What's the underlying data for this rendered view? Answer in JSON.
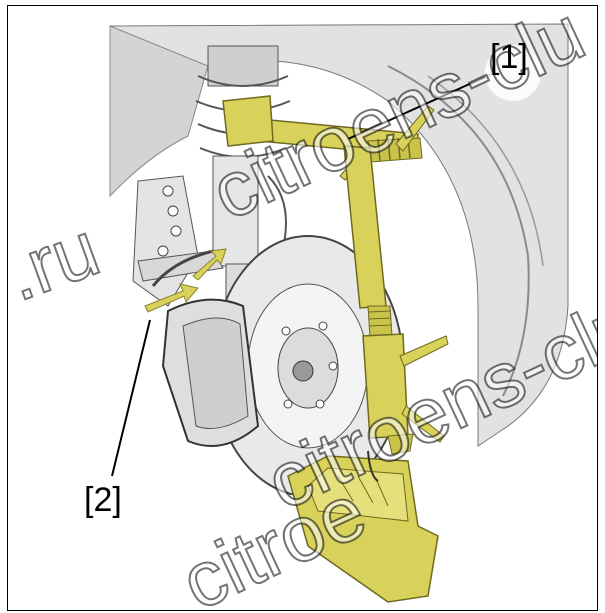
{
  "callouts": {
    "label_1": "[1]",
    "label_2": "[2]"
  },
  "watermark": {
    "top_fragment": "citroens-clu",
    "left_fragment": ".ru",
    "mid_fragment": "citroens-club",
    "bottom_fragment": "citroe"
  },
  "colors": {
    "tool_yellow": "#d8d25a",
    "tool_shadow": "#9a9430",
    "background_grey": "#dedede",
    "line": "#3a3a3a"
  },
  "icons": [
    "spring-compressor-tool",
    "brake-disc",
    "brake-caliper",
    "suspension-strut",
    "wheel-arch"
  ]
}
